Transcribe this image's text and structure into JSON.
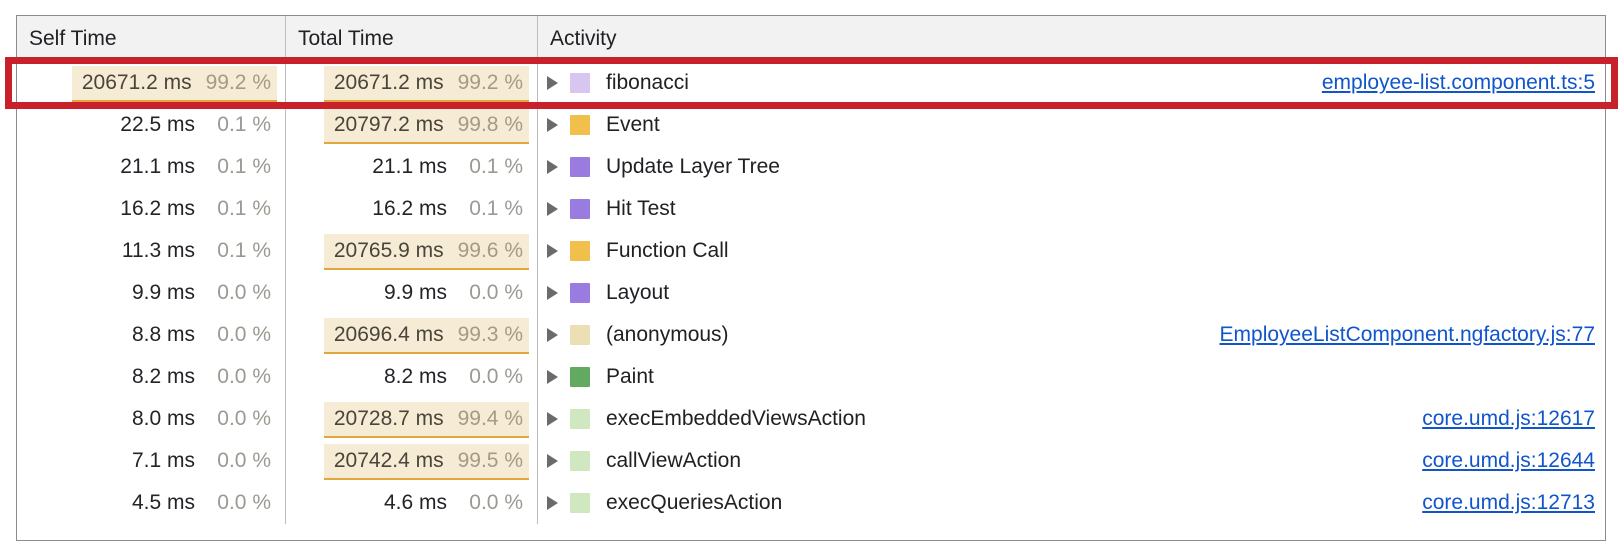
{
  "panel": {
    "name": "performance-bottom-up-table"
  },
  "table": {
    "columns": [
      {
        "key": "self_time",
        "label": "Self Time"
      },
      {
        "key": "total_time",
        "label": "Total Time"
      },
      {
        "key": "activity",
        "label": "Activity"
      }
    ],
    "rows": [
      {
        "self_time": "20671.2 ms",
        "self_pct": "99.2 %",
        "self_hot": true,
        "total_time": "20671.2 ms",
        "total_pct": "99.2 %",
        "total_hot": true,
        "activity": "fibonacci",
        "swatch": "#d7c6ef",
        "source": "employee-list.component.ts:5",
        "highlighted": true
      },
      {
        "self_time": "22.5 ms",
        "self_pct": "0.1 %",
        "self_hot": false,
        "total_time": "20797.2 ms",
        "total_pct": "99.8 %",
        "total_hot": true,
        "activity": "Event",
        "swatch": "#f0bf4c",
        "source": ""
      },
      {
        "self_time": "21.1 ms",
        "self_pct": "0.1 %",
        "self_hot": false,
        "total_time": "21.1 ms",
        "total_pct": "0.1 %",
        "total_hot": false,
        "activity": "Update Layer Tree",
        "swatch": "#9a7ce0",
        "source": ""
      },
      {
        "self_time": "16.2 ms",
        "self_pct": "0.1 %",
        "self_hot": false,
        "total_time": "16.2 ms",
        "total_pct": "0.1 %",
        "total_hot": false,
        "activity": "Hit Test",
        "swatch": "#9a7ce0",
        "source": ""
      },
      {
        "self_time": "11.3 ms",
        "self_pct": "0.1 %",
        "self_hot": false,
        "total_time": "20765.9 ms",
        "total_pct": "99.6 %",
        "total_hot": true,
        "activity": "Function Call",
        "swatch": "#f0bf4c",
        "source": ""
      },
      {
        "self_time": "9.9 ms",
        "self_pct": "0.0 %",
        "self_hot": false,
        "total_time": "9.9 ms",
        "total_pct": "0.0 %",
        "total_hot": false,
        "activity": "Layout",
        "swatch": "#9a7ce0",
        "source": ""
      },
      {
        "self_time": "8.8 ms",
        "self_pct": "0.0 %",
        "self_hot": false,
        "total_time": "20696.4 ms",
        "total_pct": "99.3 %",
        "total_hot": true,
        "activity": "(anonymous)",
        "swatch": "#ecdfb3",
        "source": "EmployeeListComponent.ngfactory.js:77"
      },
      {
        "self_time": "8.2 ms",
        "self_pct": "0.0 %",
        "self_hot": false,
        "total_time": "8.2 ms",
        "total_pct": "0.0 %",
        "total_hot": false,
        "activity": "Paint",
        "swatch": "#62a961",
        "source": ""
      },
      {
        "self_time": "8.0 ms",
        "self_pct": "0.0 %",
        "self_hot": false,
        "total_time": "20728.7 ms",
        "total_pct": "99.4 %",
        "total_hot": true,
        "activity": "execEmbeddedViewsAction",
        "swatch": "#cfe8c0",
        "source": "core.umd.js:12617"
      },
      {
        "self_time": "7.1 ms",
        "self_pct": "0.0 %",
        "self_hot": false,
        "total_time": "20742.4 ms",
        "total_pct": "99.5 %",
        "total_hot": true,
        "activity": "callViewAction",
        "swatch": "#cfe8c0",
        "source": "core.umd.js:12644"
      },
      {
        "self_time": "4.5 ms",
        "self_pct": "0.0 %",
        "self_hot": false,
        "total_time": "4.6 ms",
        "total_pct": "0.0 %",
        "total_hot": false,
        "activity": "execQueriesAction",
        "swatch": "#cfe8c0",
        "source": "core.umd.js:12713"
      }
    ]
  },
  "annotation": {
    "type": "rectangle-highlight",
    "color": "#c9212c",
    "target_row": "fibonacci"
  },
  "colors": {
    "link": "#1155cc",
    "hot_cell_bg": "#f6ecd5",
    "hot_cell_bar": "#e2a73c",
    "header_bg": "#f2f2f2",
    "grid_border": "#8c8c8c",
    "annotation_red": "#c9212c"
  }
}
